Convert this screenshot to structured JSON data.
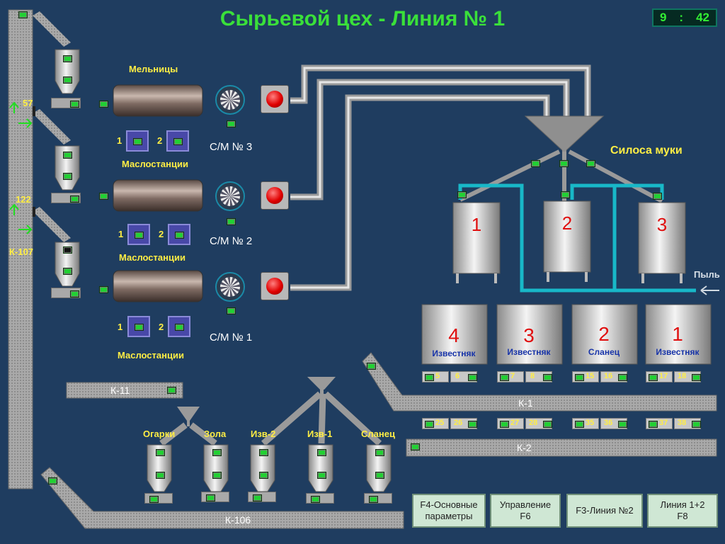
{
  "title": "Сырьевой цех - Линия № 1",
  "clock": {
    "hours": "9",
    "sep": ":",
    "minutes": "42"
  },
  "mills_title": "Мельницы",
  "mills": [
    {
      "name": "С/М № 3",
      "oil_label": "Маслостанции",
      "oil_1": "1",
      "oil_2": "2"
    },
    {
      "name": "С/М № 2",
      "oil_label": "Маслостанции",
      "oil_1": "1",
      "oil_2": "2"
    },
    {
      "name": "С/М № 1",
      "oil_label": "Маслостанции",
      "oil_1": "1",
      "oil_2": "2"
    }
  ],
  "left_values": {
    "top": "57",
    "bottom": "122"
  },
  "conveyors": {
    "k107": "К-107",
    "k11": "К-11",
    "k106": "К-106",
    "k1": "К-1",
    "k2": "К-2"
  },
  "flour_silos_title": "Силоса муки",
  "flour_silos": [
    "1",
    "2",
    "3"
  ],
  "dust_label": "Пыль",
  "bunkers": [
    {
      "num": "4",
      "name": "Известняк"
    },
    {
      "num": "3",
      "name": "Известняк"
    },
    {
      "num": "2",
      "name": "Сланец"
    },
    {
      "num": "1",
      "name": "Известняк"
    }
  ],
  "cells_row1": [
    "5",
    "6",
    "7",
    "8",
    "15",
    "16",
    "17",
    "18"
  ],
  "cells_row2": [
    "25",
    "26",
    "27",
    "28",
    "35",
    "36",
    "37",
    "38"
  ],
  "hoppers": [
    "Огарки",
    "Зола",
    "Изв-2",
    "Изв-1",
    "Сланец"
  ],
  "fkeys": [
    "F4-Основные\nпараметры",
    "Управление\nF6",
    "F3-Линия №2",
    "Линия 1+2\nF8"
  ]
}
